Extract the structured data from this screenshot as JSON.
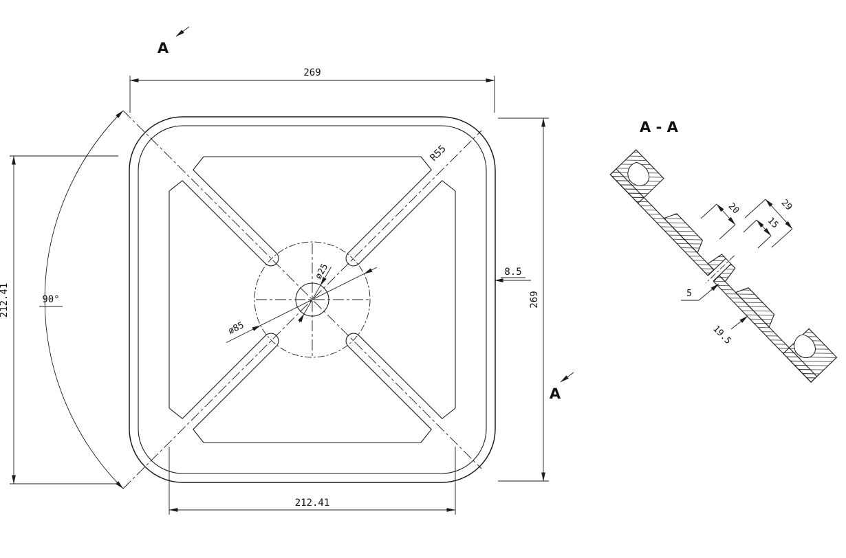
{
  "page": {
    "background": "#ffffff",
    "line_color": "#1c1c1c"
  },
  "main_view": {
    "section_marker_top": "A",
    "section_marker_bottom": "A",
    "dims": {
      "outer_width": "269",
      "outer_height": "269",
      "pocket_width": "212.41",
      "pocket_height": "212.41",
      "rib_angle": "90°",
      "corner_radius": "R55",
      "wall_thickness": "8.5",
      "center_hole_dia": "ø25",
      "hub_circle_dia": "ø85"
    }
  },
  "section_view": {
    "title": "A - A",
    "dims": {
      "boss_width": "20",
      "flange_width": "29",
      "step_width": "15",
      "plate_thickness": "5",
      "rib_height": "19.5"
    }
  }
}
